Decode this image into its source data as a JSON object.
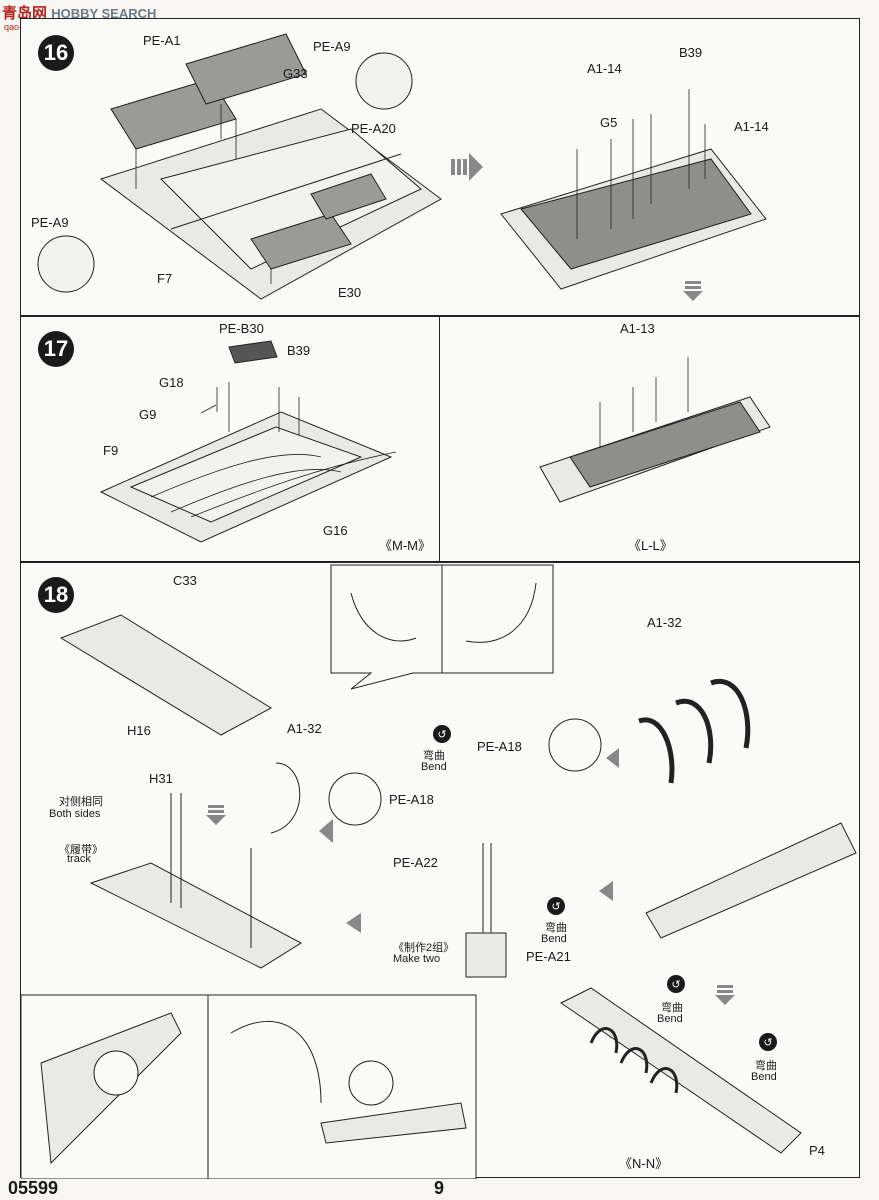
{
  "watermark": {
    "brand": "青岛网",
    "rest": "HOBBY SEARCH",
    "sub": "qao-shou.com"
  },
  "footer": {
    "code": "05599",
    "page": "9"
  },
  "step16": {
    "number": "16",
    "labels": [
      "PE-A1",
      "PE-A9",
      "G33",
      "PE-A20",
      "PE-A9",
      "F7",
      "E30",
      "A1-14",
      "B39",
      "G5",
      "A1-14"
    ]
  },
  "step17": {
    "number": "17",
    "labels": [
      "PE-B30",
      "B39",
      "G18",
      "G9",
      "F9",
      "G16"
    ],
    "view_left": "《M-M》",
    "right_labels": [
      "A1-13"
    ],
    "view_right": "《L-L》"
  },
  "step18": {
    "number": "18",
    "labels": [
      "C33",
      "H16",
      "A1-32",
      "H31",
      "PE-A18",
      "PE-A18",
      "A1-32",
      "PE-A22",
      "PE-A21",
      "P4"
    ],
    "both_sides_cn": "对侧相同",
    "both_sides_en": "Both sides",
    "track_cn": "《履带》",
    "track_en": "track",
    "bend_cn": "弯曲",
    "bend_en": "Bend",
    "make_two_cn": "《制作2组》",
    "make_two_en": "Make two",
    "view_nn": "《N-N》"
  }
}
